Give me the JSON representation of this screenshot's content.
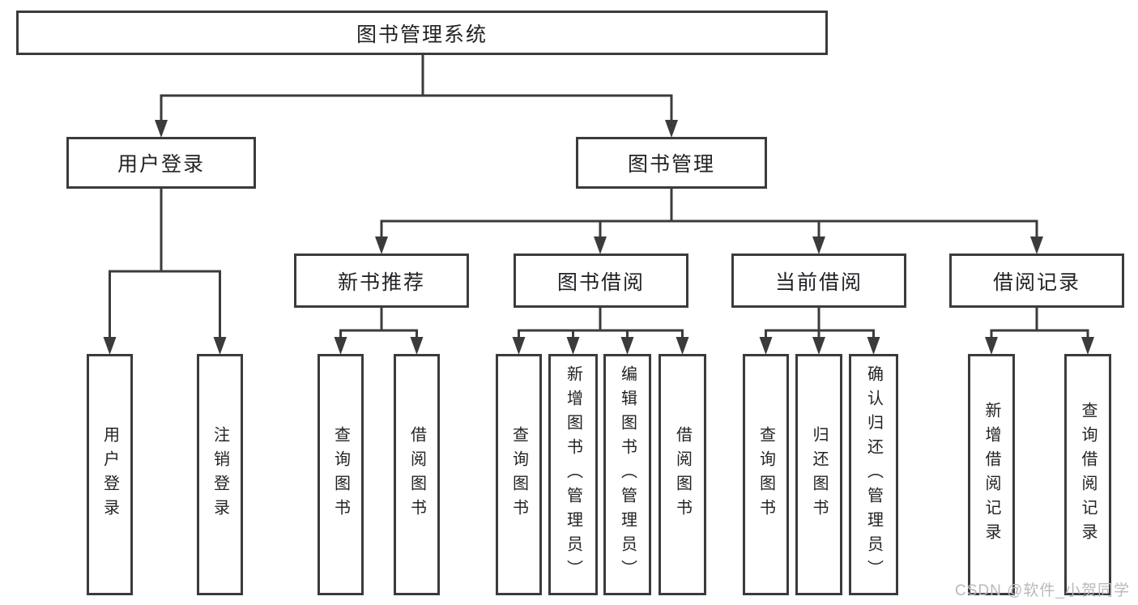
{
  "diagram": {
    "root": {
      "label": "图书管理系统"
    },
    "level2": [
      {
        "label": "用户登录",
        "children": [
          {
            "label": "用户登录"
          },
          {
            "label": "注销登录"
          }
        ]
      },
      {
        "label": "图书管理",
        "children": [
          {
            "label": "新书推荐",
            "children": [
              {
                "label": "查询图书"
              },
              {
                "label": "借阅图书"
              }
            ]
          },
          {
            "label": "图书借阅",
            "children": [
              {
                "label": "查询图书"
              },
              {
                "label": "新增图书（管理员）"
              },
              {
                "label": "编辑图书（管理员）"
              },
              {
                "label": "借阅图书"
              }
            ]
          },
          {
            "label": "当前借阅",
            "children": [
              {
                "label": "查询图书"
              },
              {
                "label": "归还图书"
              },
              {
                "label": "确认归还（管理员）"
              }
            ]
          },
          {
            "label": "借阅记录",
            "children": [
              {
                "label": "新增借阅记录"
              },
              {
                "label": "查询借阅记录"
              }
            ]
          }
        ]
      }
    ]
  },
  "watermark": {
    "text": "CSDN @软件_小贺同学"
  },
  "colors": {
    "line": "#3b3b3d",
    "text": "#232327",
    "watermark": "#b9b9bb",
    "background": "#ffffff"
  }
}
